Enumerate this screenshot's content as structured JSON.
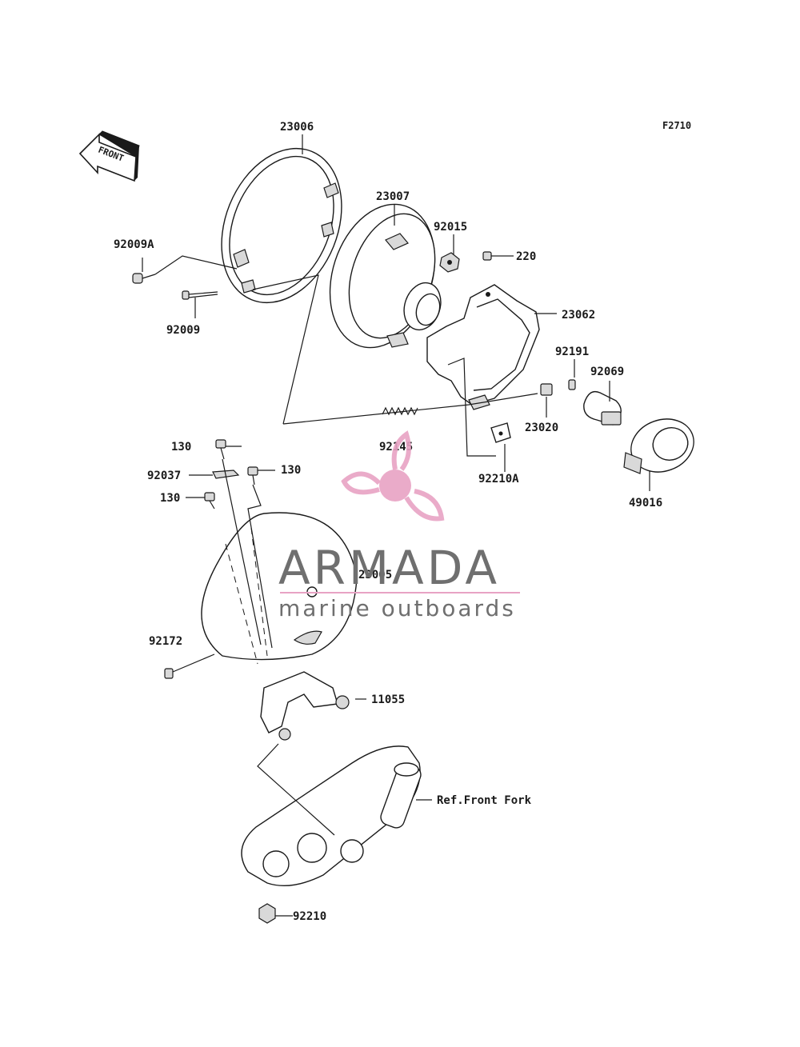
{
  "figure_code": "F2710",
  "front_arrow_text": "FRONT",
  "watermark": {
    "brand": "ARMADA",
    "tagline": "marine outboards",
    "accent_color": "#e8a3c4",
    "text_color": "#6f6f6f"
  },
  "callouts": {
    "c23006": "23006",
    "c23007": "23007",
    "c92015": "92015",
    "c220": "220",
    "c23062": "23062",
    "c92009A": "92009A",
    "c92009": "92009",
    "c92191": "92191",
    "c92069": "92069",
    "c23020": "23020",
    "c92145": "92145",
    "c92210A": "92210A",
    "c49016": "49016",
    "c130a": "130",
    "c92037": "92037",
    "c130b": "130",
    "c130c": "130",
    "c23005": "23005",
    "c92172": "92172",
    "c11055": "11055",
    "cfork": "Ref.Front Fork",
    "c92210": "92210"
  }
}
